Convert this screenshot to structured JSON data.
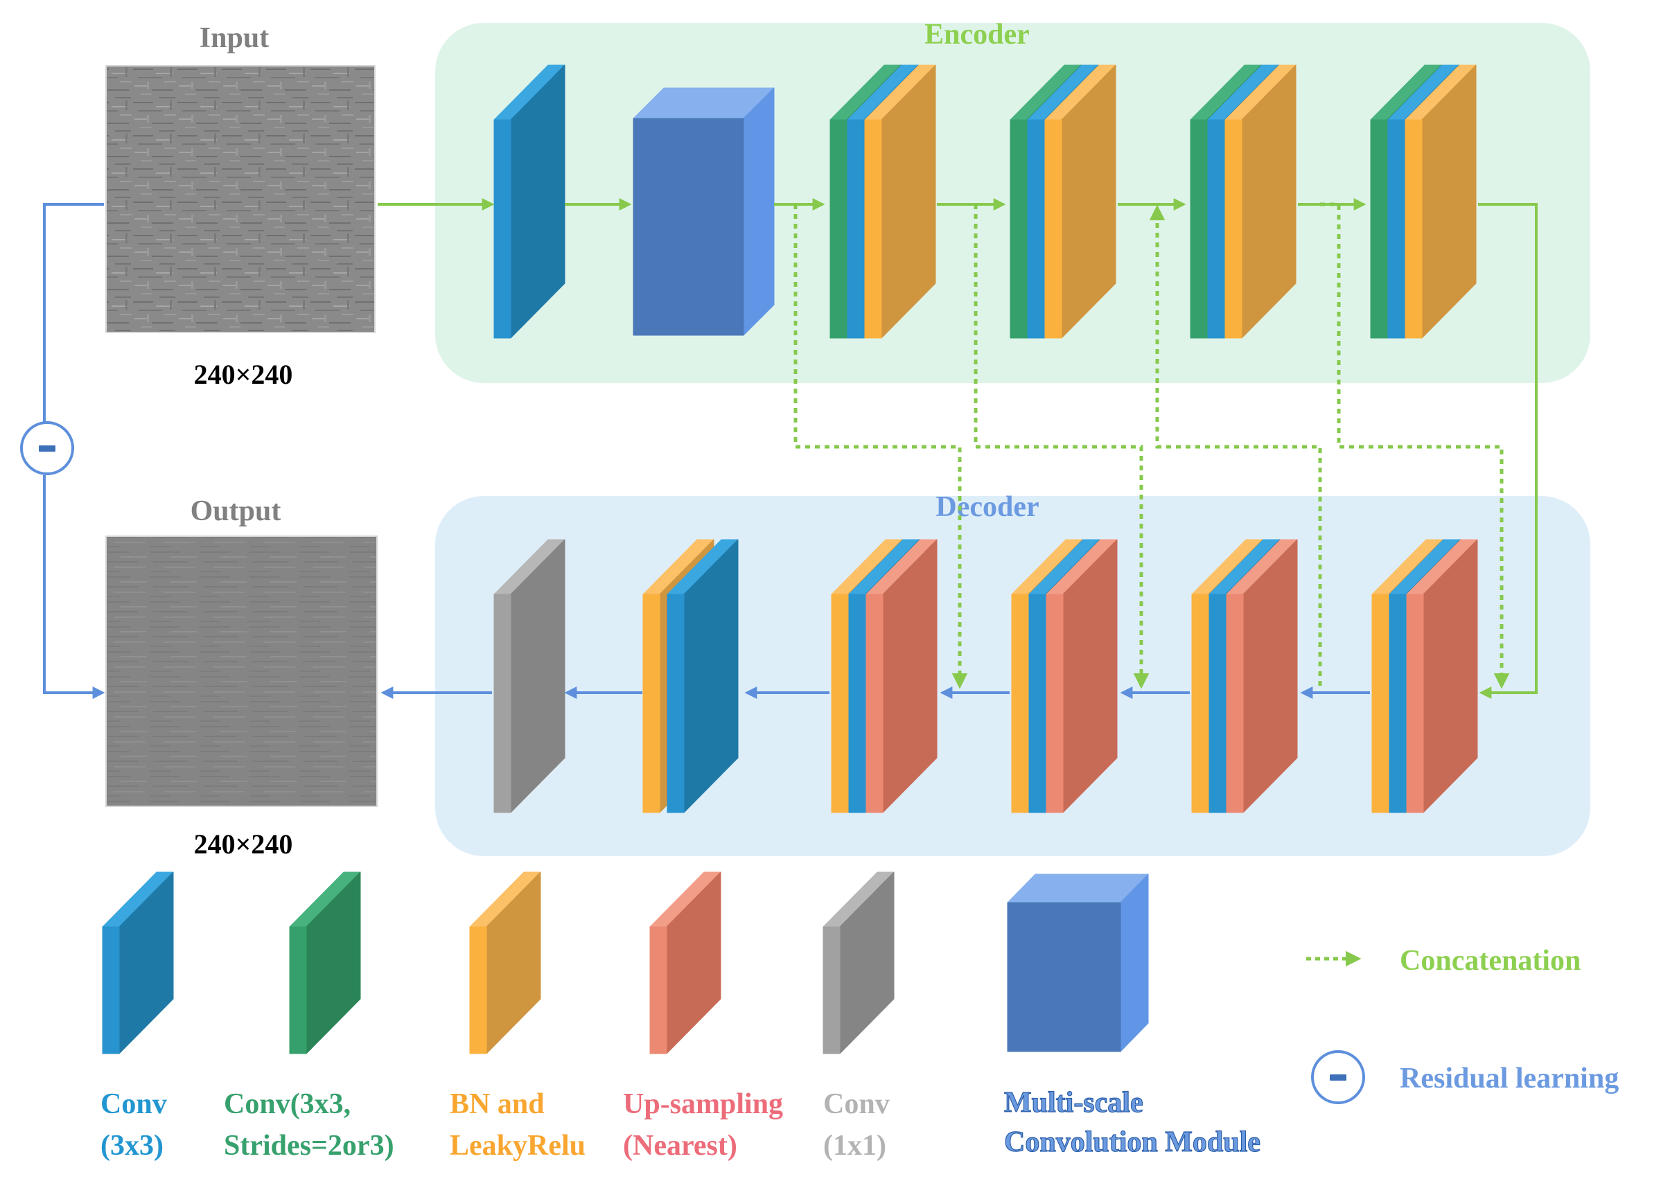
{
  "input": {
    "title": "Input",
    "size": "240×240"
  },
  "output": {
    "title": "Output",
    "size": "240×240"
  },
  "encoder": {
    "title": "Encoder"
  },
  "decoder": {
    "title": "Decoder"
  },
  "legend": {
    "conv3x3": [
      "Conv",
      "(3x3)"
    ],
    "conv_stride": [
      "Conv(3x3,",
      "Strides=2or3)"
    ],
    "bn_relu": [
      "BN and",
      "LeakyRelu"
    ],
    "upsampling": [
      "Up-sampling",
      "(Nearest)"
    ],
    "conv1x1": [
      "Conv",
      "(1x1)"
    ],
    "msc": [
      "Multi-scale",
      "Convolution Module"
    ],
    "concatenation": "Concatenation",
    "residual": "Residual learning"
  },
  "colors": {
    "conv_blue": "#1f79a7",
    "conv_green": "#2a8457",
    "bn_orange": "#cf953f",
    "upsample_red": "#c86b56",
    "conv1x1_gray": "#858585",
    "msc_blue": "#6196e6",
    "encoder_bg": "#dff4e9",
    "decoder_bg": "#deeef9",
    "green_arrow": "#86c94c",
    "blue_arrow": "#5d8fdc",
    "label_blue": "#2296d0",
    "label_green": "#37a16e",
    "label_orange": "#f8a630",
    "label_red": "#ec6c7a",
    "label_gray": "#b3b3b3",
    "label_msc": "#6b9ae0",
    "title_gray": "#808080",
    "title_green": "#8dd050",
    "title_blue": "#6b9ae0"
  }
}
